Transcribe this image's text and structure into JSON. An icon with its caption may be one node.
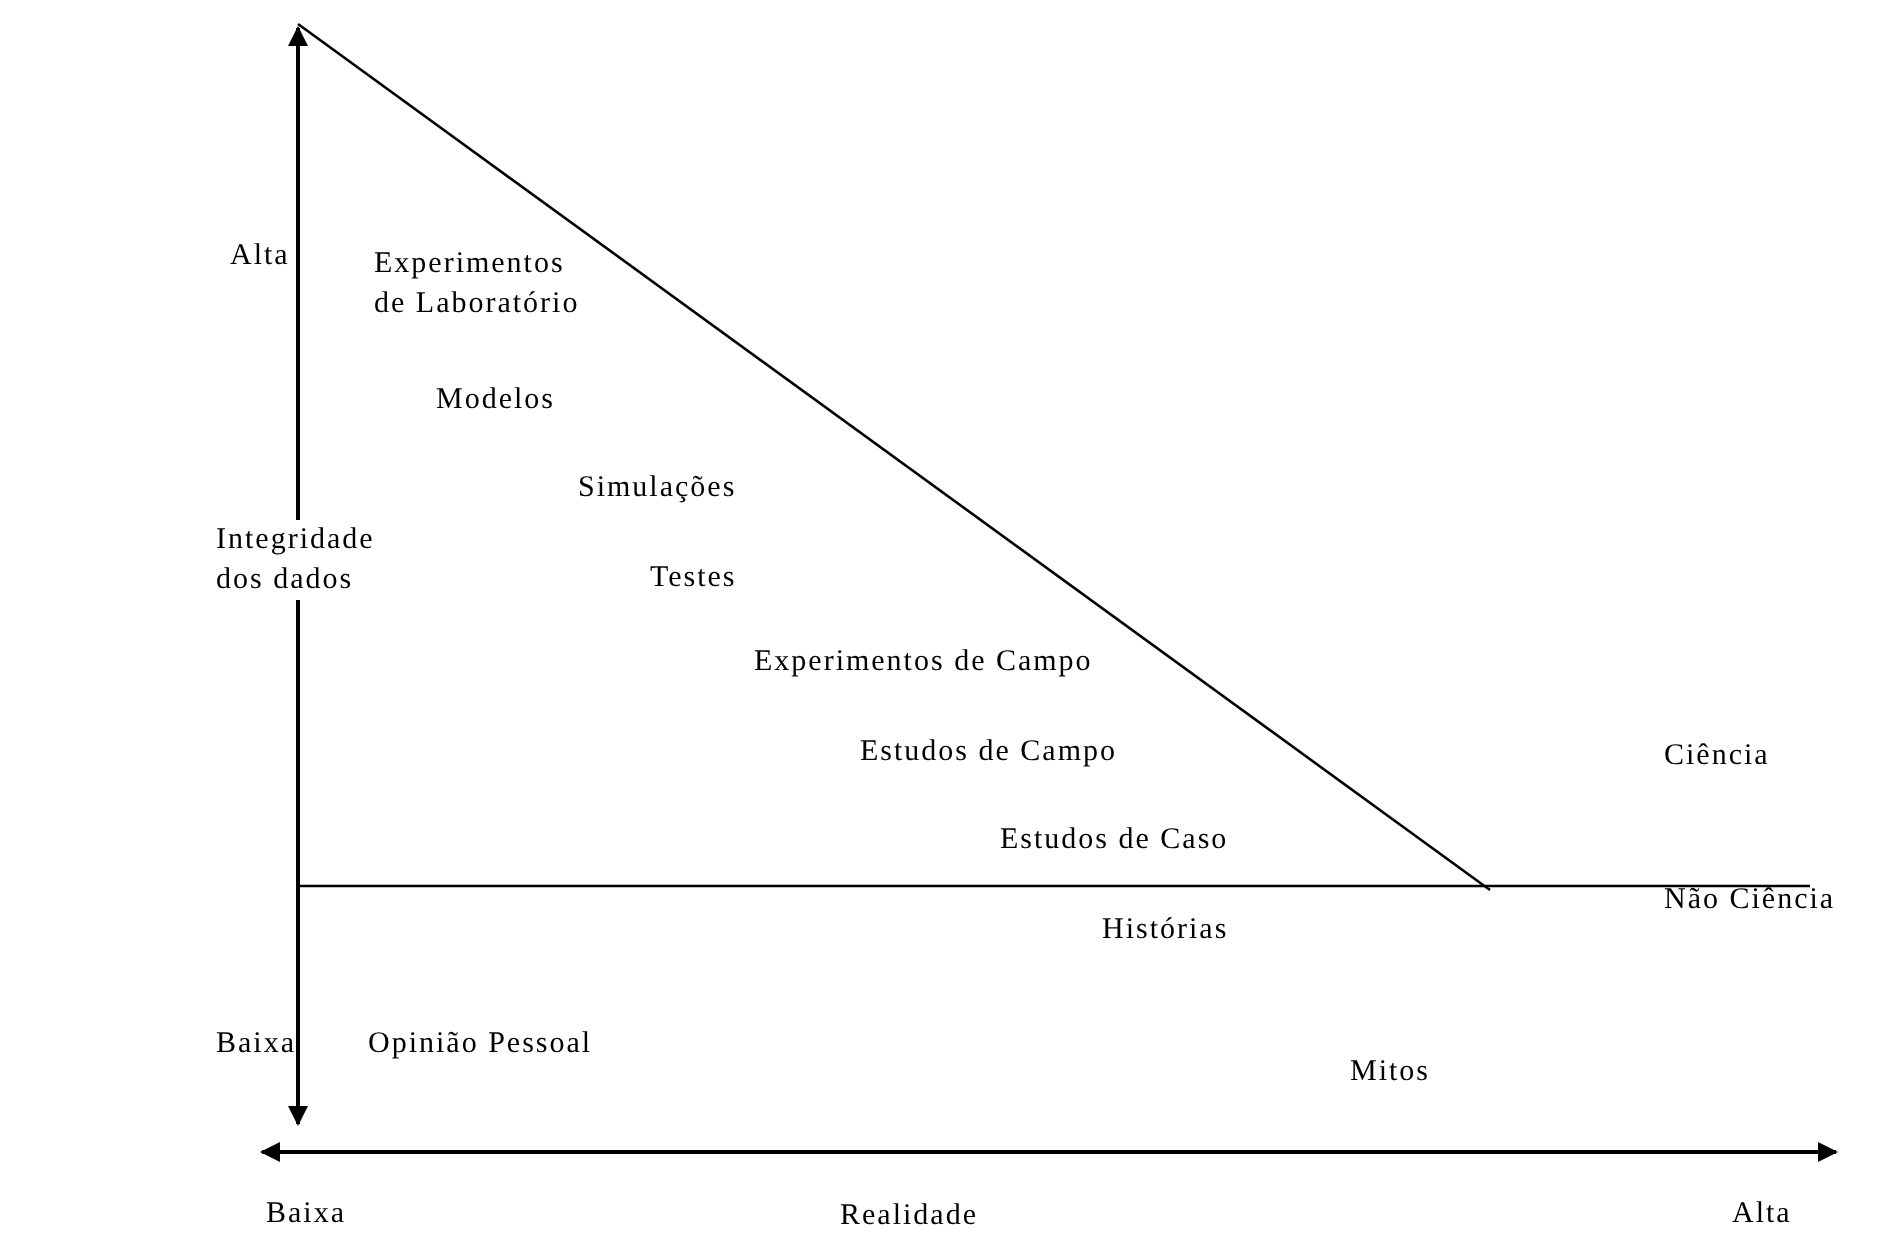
{
  "diagram": {
    "labels": [
      "Alta",
      "Experimentos de Laboratório",
      "Modelos",
      "Simulações",
      "Integridade dos dados",
      "Testes",
      "Experimentos de Campo",
      "Estudos de Campo",
      "Ciência",
      "Estudos de Caso",
      "Não Ciência",
      "Histórias",
      "Baixa",
      "Opinião Pessoal",
      "Mitos",
      "Baixa",
      "Realidade",
      "Alta"
    ]
  }
}
